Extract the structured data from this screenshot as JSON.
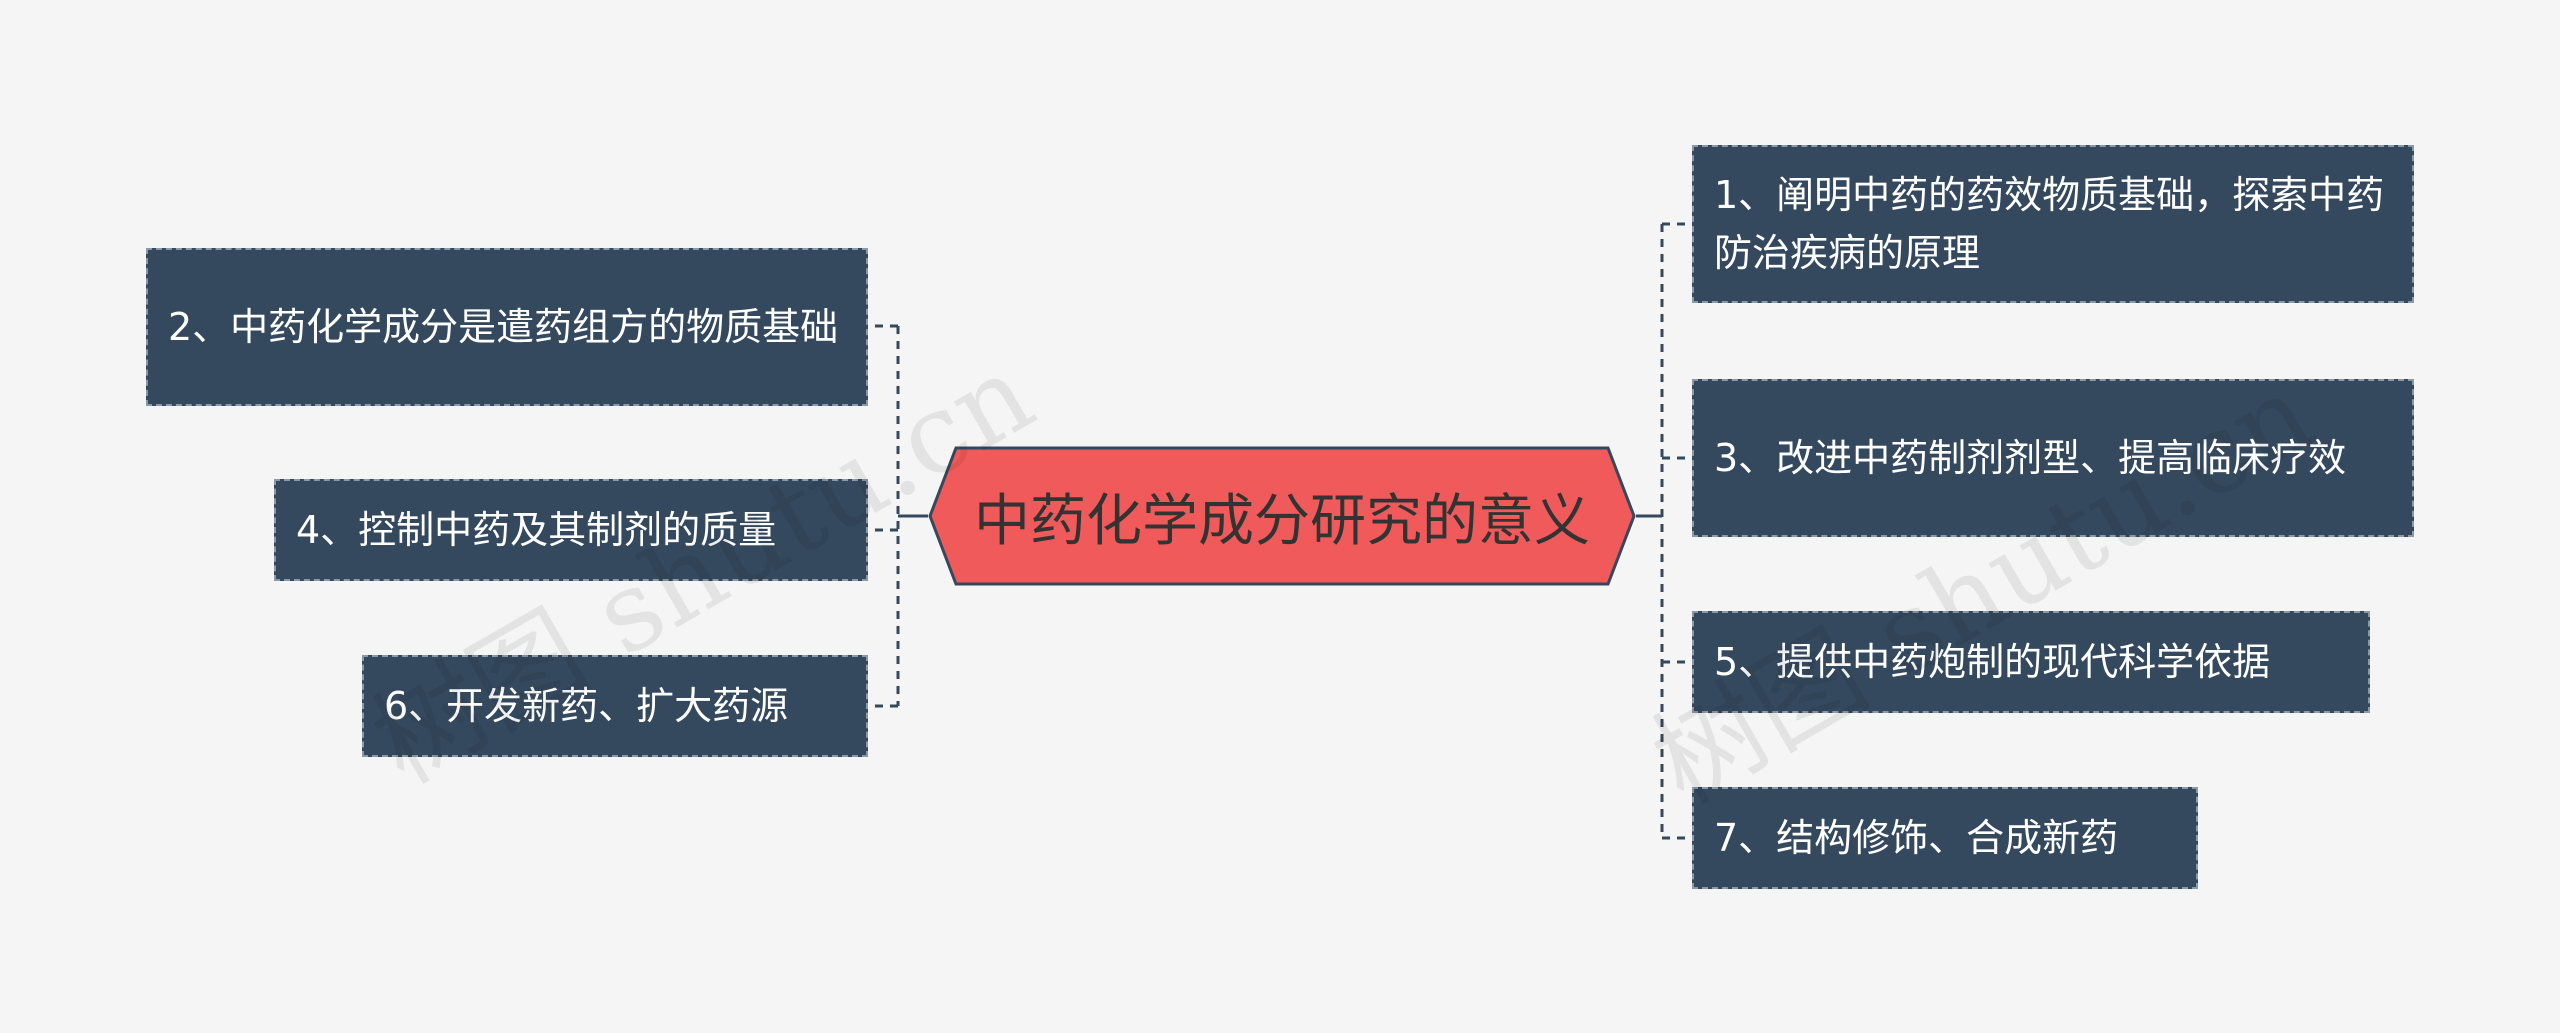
{
  "center": {
    "label": "中药化学成分研究的意义",
    "color": "#f05a5a"
  },
  "left_nodes": [
    {
      "label": "2、中药化学成分是遣药组方的物质基础"
    },
    {
      "label": "4、控制中药及其制剂的质量"
    },
    {
      "label": "6、开发新药、扩大药源"
    }
  ],
  "right_nodes": [
    {
      "label": "1、阐明中药的药效物质基础，探索中药防治疾病的原理"
    },
    {
      "label": "3、改进中药制剂剂型、提高临床疗效"
    },
    {
      "label": "5、提供中药炮制的现代科学依据"
    },
    {
      "label": "7、结构修饰、合成新药"
    }
  ],
  "watermarks": [
    "树图 shutu.cn",
    "树图 shutu.cn"
  ],
  "colors": {
    "node_bg": "#34495e",
    "node_text": "#ffffff",
    "connector": "#34495e",
    "background": "#f5f5f5"
  }
}
